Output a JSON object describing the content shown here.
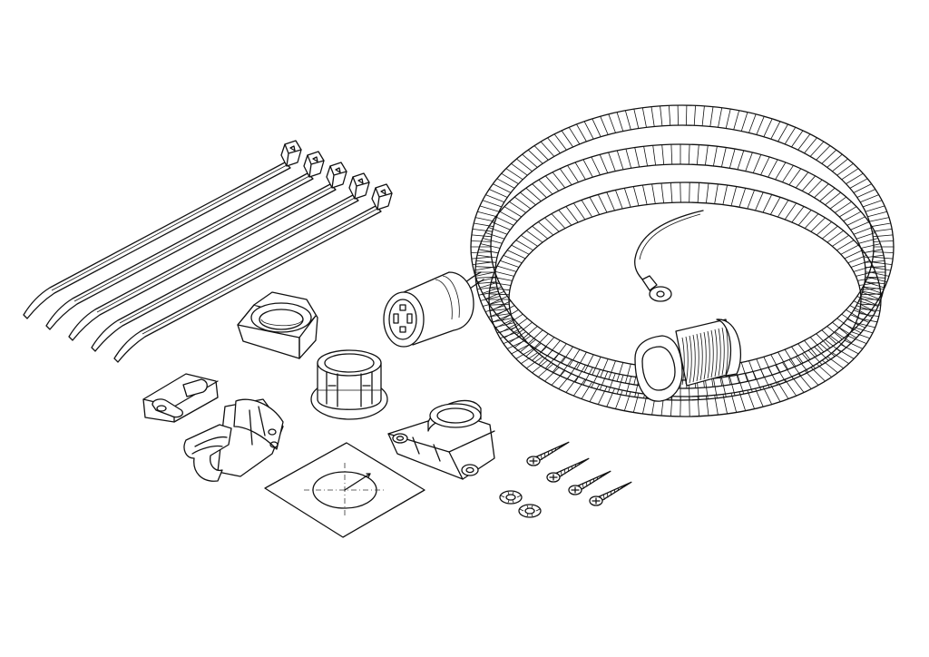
{
  "figure": {
    "type": "exploded-parts-illustration",
    "colors": {
      "line": "#111111",
      "background": "#ffffff"
    },
    "parts": [
      {
        "name": "cable-ties",
        "count": 5
      },
      {
        "name": "hex-nut",
        "count": 1
      },
      {
        "name": "cable-grommet-bushing",
        "count": 1
      },
      {
        "name": "plug-connector",
        "count": 1
      },
      {
        "name": "corrugated-cable-hose-assembly",
        "count": 1
      },
      {
        "name": "ring-terminal-ground-wire",
        "count": 1
      },
      {
        "name": "cable-clamp-small",
        "count": 1
      },
      {
        "name": "cable-clip-holder",
        "count": 1
      },
      {
        "name": "cable-clamp-bracket",
        "count": 1
      },
      {
        "name": "drilling-template",
        "count": 1
      },
      {
        "name": "screws",
        "count": 4
      },
      {
        "name": "lock-washers",
        "count": 2
      }
    ]
  }
}
